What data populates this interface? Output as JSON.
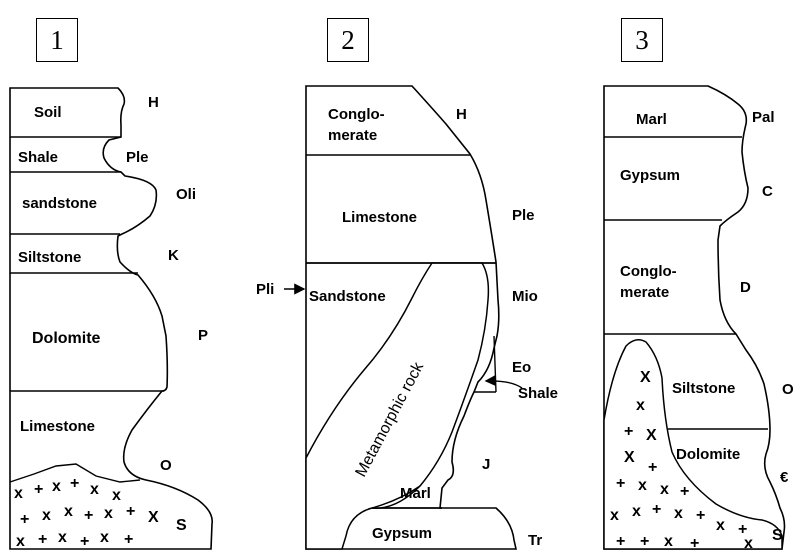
{
  "columns": [
    {
      "number": "1",
      "layers": [
        {
          "lines": [
            "Soil"
          ],
          "age": "H"
        },
        {
          "lines": [
            "Shale"
          ],
          "age": "Ple"
        },
        {
          "lines": [
            "sandstone"
          ],
          "age": "Oli"
        },
        {
          "lines": [
            "Siltstone"
          ],
          "age": "K"
        },
        {
          "lines": [
            "Dolomite"
          ],
          "age": "P"
        },
        {
          "lines": [
            "Limestone"
          ],
          "age": "O"
        },
        {
          "lines": [],
          "age": "S"
        }
      ]
    },
    {
      "number": "2",
      "layers": [
        {
          "lines": [
            "Conglo-",
            "merate"
          ],
          "age": "H"
        },
        {
          "lines": [
            "Limestone"
          ],
          "age": "Ple"
        },
        {
          "lines": [
            "Sandstone"
          ],
          "age": "Mio"
        },
        {
          "lines": [],
          "age": "Eo"
        },
        {
          "lines": [
            "Shale"
          ],
          "age": ""
        },
        {
          "lines": [],
          "age": "J"
        },
        {
          "lines": [
            "Marl"
          ],
          "age": ""
        },
        {
          "lines": [
            "Gypsum"
          ],
          "age": "Tr"
        }
      ],
      "pointer_label": "Pli",
      "intrusion_label": "Metamorphic rock"
    },
    {
      "number": "3",
      "layers": [
        {
          "lines": [
            "Marl"
          ],
          "age": "Pal"
        },
        {
          "lines": [
            "Gypsum"
          ],
          "age": "C"
        },
        {
          "lines": [
            "Conglo-",
            "merate"
          ],
          "age": "D"
        },
        {
          "lines": [
            "Siltstone"
          ],
          "age": "O"
        },
        {
          "lines": [
            "Dolomite"
          ],
          "age": "€"
        },
        {
          "lines": [],
          "age": "S"
        }
      ]
    }
  ]
}
